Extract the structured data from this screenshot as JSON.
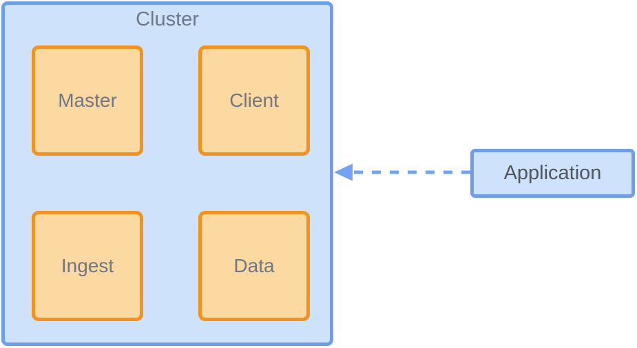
{
  "diagram": {
    "type": "architecture-diagram",
    "cluster": {
      "title": "Cluster",
      "nodes": [
        {
          "id": "master",
          "label": "Master"
        },
        {
          "id": "client",
          "label": "Client"
        },
        {
          "id": "ingest",
          "label": "Ingest"
        },
        {
          "id": "data",
          "label": "Data"
        }
      ]
    },
    "application": {
      "label": "Application"
    },
    "edges": [
      {
        "from": "Application",
        "to": "Cluster",
        "style": "dashed",
        "direction": "left",
        "arrowhead": "filled-triangle"
      }
    ],
    "colors": {
      "cluster_fill": "#CFE2FB",
      "cluster_border": "#6D9EEB",
      "node_fill": "#FCD9A1",
      "node_border": "#F2931E",
      "arrow": "#74A3F3",
      "label_text": "#6E7787",
      "application_text": "#50555C"
    }
  }
}
